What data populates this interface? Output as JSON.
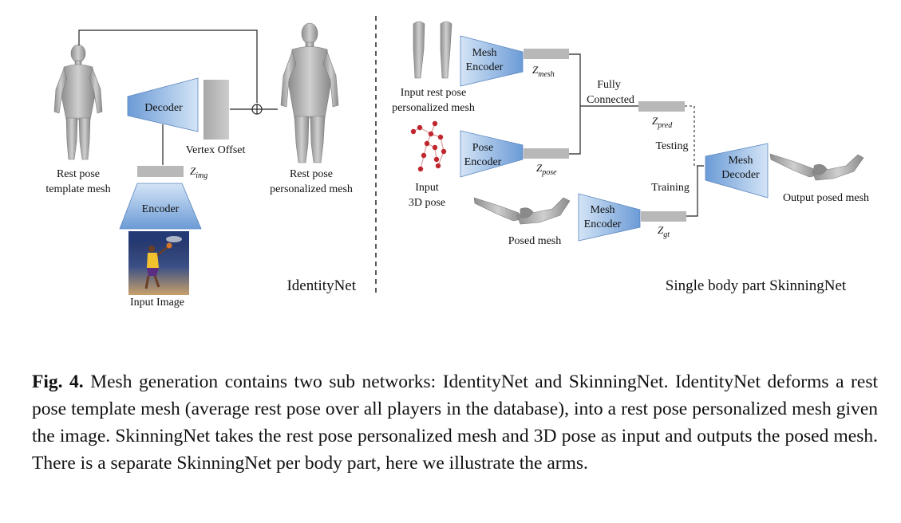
{
  "identitynet": {
    "template_label": [
      "Rest pose",
      "template mesh"
    ],
    "decoder": "Decoder",
    "vertex_offset": "Vertex Offset",
    "z_img": {
      "base": "Z",
      "sub": "img"
    },
    "encoder": "Encoder",
    "input_image": "Input Image",
    "personalized_label": [
      "Rest pose",
      "personalized mesh"
    ],
    "title": "IdentityNet"
  },
  "skinningnet": {
    "input_mesh_label": [
      "Input rest pose",
      "personalized mesh"
    ],
    "mesh_encoder_top": [
      "Mesh",
      "Encoder"
    ],
    "z_mesh": {
      "base": "Z",
      "sub": "mesh"
    },
    "input_pose_label": [
      "Input",
      "3D pose"
    ],
    "pose_encoder": [
      "Pose",
      "Encoder"
    ],
    "z_pose": {
      "base": "Z",
      "sub": "pose"
    },
    "fully_connected": [
      "Fully",
      "Connected"
    ],
    "z_pred": {
      "base": "Z",
      "sub": "pred"
    },
    "testing": "Testing",
    "training": "Training",
    "mesh_decoder": [
      "Mesh",
      "Decoder"
    ],
    "output_label": "Output posed mesh",
    "posed_mesh_label": "Posed mesh",
    "mesh_encoder_bottom": [
      "Mesh",
      "Encoder"
    ],
    "z_gt": {
      "base": "Z",
      "sub": "gt"
    },
    "title": "Single body part SkinningNet"
  },
  "caption": {
    "fig_label": "Fig. 4.",
    "text": "Mesh generation contains two sub networks: IdentityNet and SkinningNet. IdentityNet deforms a rest pose template mesh (average rest pose over all players in the database), into a rest pose personalized mesh given the image. SkinningNet takes the rest pose personalized mesh and 3D pose as input and outputs the posed mesh. There is a separate SkinningNet per body part, here we illustrate the arms."
  },
  "colors": {
    "block_light": "#c9dcf2",
    "block_dark": "#6f9fd8",
    "latent_bar": "#b8b8b8",
    "mesh_gray": "#a9a9a9",
    "pose_red": "#c0262d"
  }
}
